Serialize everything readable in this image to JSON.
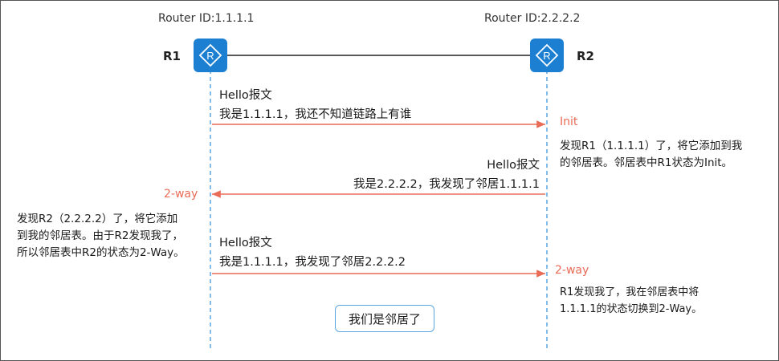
{
  "routers": {
    "r1": {
      "id_label": "Router ID:1.1.1.1",
      "name": "R1"
    },
    "r2": {
      "id_label": "Router ID:2.2.2.2",
      "name": "R2"
    },
    "icon_letter": "R"
  },
  "messages": {
    "hello1": {
      "title": "Hello报文",
      "body": "我是1.1.1.1，我还不知道链路上有谁"
    },
    "hello2": {
      "title": "Hello报文",
      "body": "我是2.2.2.2，我发现了邻居1.1.1.1"
    },
    "hello3": {
      "title": "Hello报文",
      "body": "我是1.1.1.1，我发现了邻居2.2.2.2"
    }
  },
  "states": {
    "r2_init": "Init",
    "r1_two_way": "2-way",
    "r2_two_way": "2-way"
  },
  "notes": {
    "r2_note1": [
      "发现R1（1.1.1.1）了，将它添加到我",
      "的邻居表。邻居表中R1状态为Init。"
    ],
    "r1_note": [
      "发现R2（2.2.2.2）了，将它添加",
      "到我的邻居表。由于R2发现我了，",
      "所以邻居表中R2的状态为2-Way。"
    ],
    "r2_note2": [
      "R1发现我了，我在邻居表中将",
      "1.1.1.1的状态切换到2-Way。"
    ]
  },
  "summary": "我们是邻居了",
  "colors": {
    "arrow": "#ea6b56",
    "router_icon": "#1d7fd2",
    "lifeline": "#5aa5e0",
    "link": "#222222"
  }
}
